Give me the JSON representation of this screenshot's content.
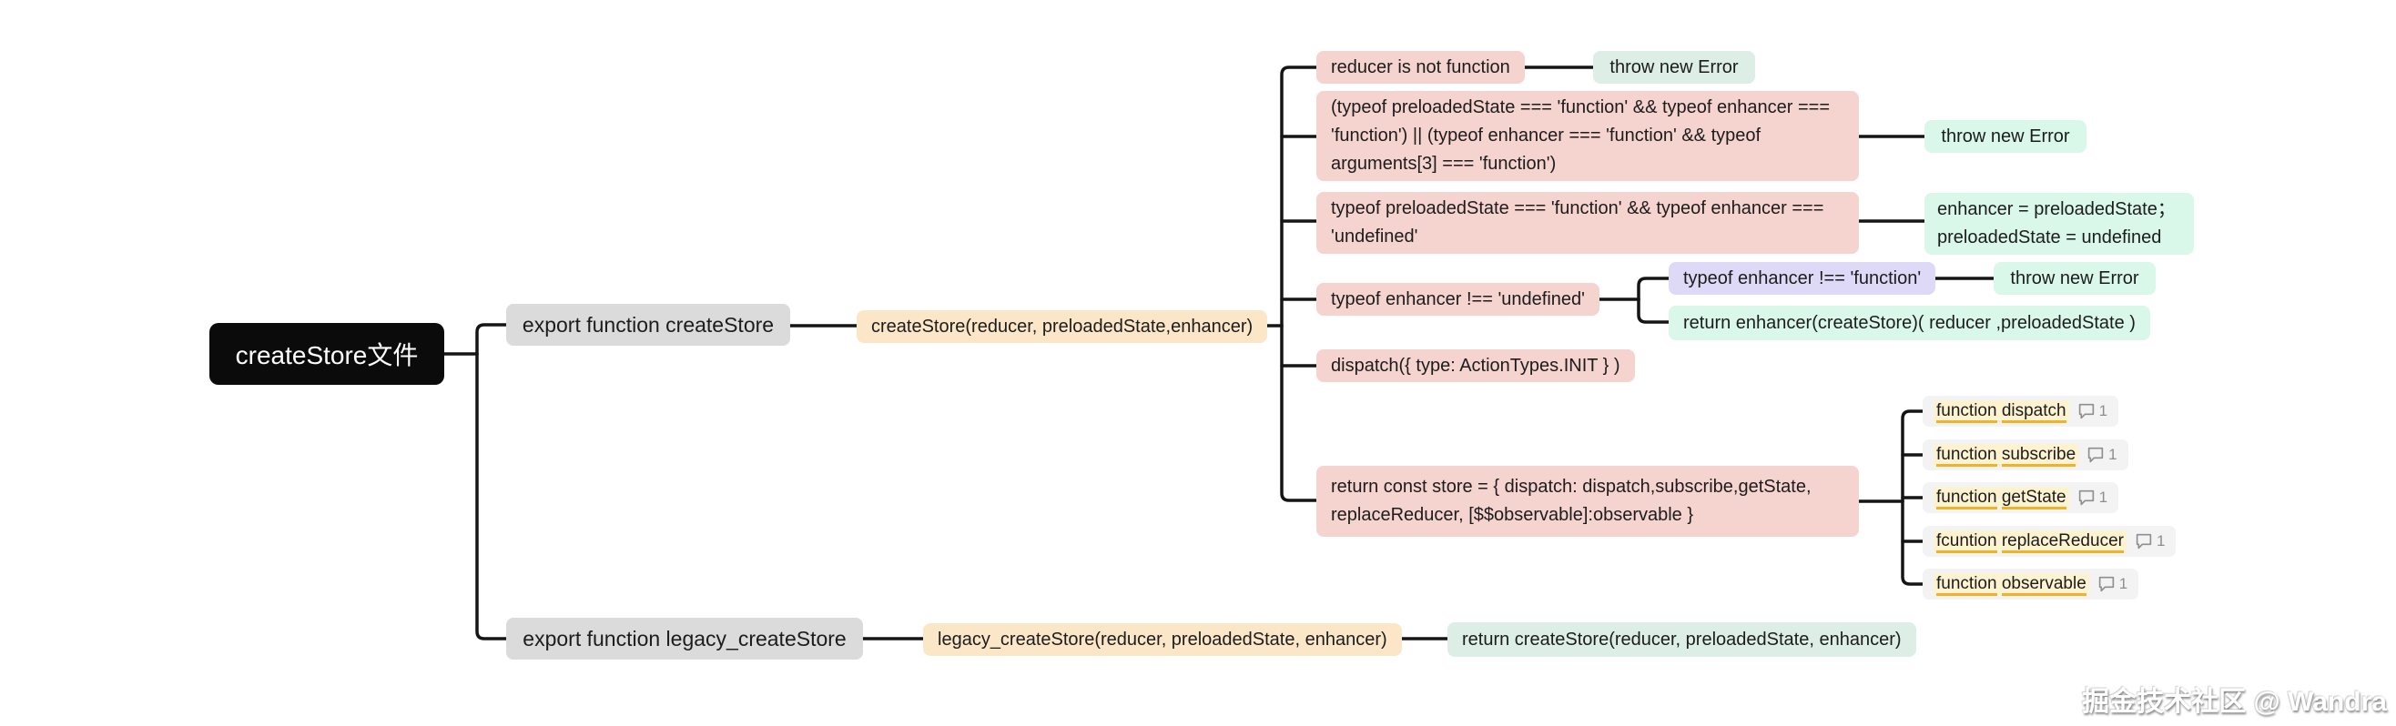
{
  "root": {
    "label": "createStore文件"
  },
  "create_branch": {
    "declaration": "export function createStore",
    "signature": "createStore(reducer, preloadedState,enhancer)",
    "checks": {
      "reducer_not_function": {
        "condition": "reducer is not function",
        "result": "throw new Error"
      },
      "both_functions": {
        "condition": "(typeof preloadedState === 'function' && typeof enhancer === 'function') || (typeof enhancer === 'function' && typeof arguments[3] === 'function')",
        "result": "throw new Error"
      },
      "preloaded_is_enhancer": {
        "condition": "typeof preloadedState === 'function' && typeof enhancer === 'undefined'",
        "result": "enhancer = preloadedState； preloadedState = undefined"
      },
      "enhancer_defined": {
        "condition": "typeof enhancer !== 'undefined'",
        "not_function": {
          "condition": "typeof enhancer !== 'function'",
          "result": "throw new Error"
        },
        "apply": "return enhancer(createStore)( reducer ,preloadedState )"
      },
      "init_dispatch": "dispatch({ type: ActionTypes.INIT } )",
      "return_store": "return const store = { dispatch: dispatch,subscribe,getState, replaceReducer, [$$observable]:observable }"
    },
    "functions": [
      {
        "keyword": "function",
        "name": "dispatch",
        "comment_count": "1"
      },
      {
        "keyword": "function",
        "name": "subscribe",
        "comment_count": "1"
      },
      {
        "keyword": "function",
        "name": "getState",
        "comment_count": "1"
      },
      {
        "keyword": "fcuntion",
        "name": "replaceReducer",
        "comment_count": "1"
      },
      {
        "keyword": "function",
        "name": "observable",
        "comment_count": "1"
      }
    ]
  },
  "legacy_branch": {
    "declaration": "export function legacy_createStore",
    "signature": "legacy_createStore(reducer, preloadedState, enhancer)",
    "body": "return createStore(reducer, preloadedState, enhancer)"
  },
  "watermark": "掘金技术社区 @ Wandra",
  "colors": {
    "condition_pink": "#f5d3cf",
    "result_mint": "#d9f8e9",
    "result_sage": "#dceee6",
    "signature_orange": "#fbe6c8",
    "nested_purple": "#ded9f6",
    "branch_gray": "#dbdbdb",
    "root_black": "#0b0b0b",
    "highlight_yellow": "#fdf3d1",
    "underline_orange": "#efb32a",
    "connector_black": "#151515"
  }
}
